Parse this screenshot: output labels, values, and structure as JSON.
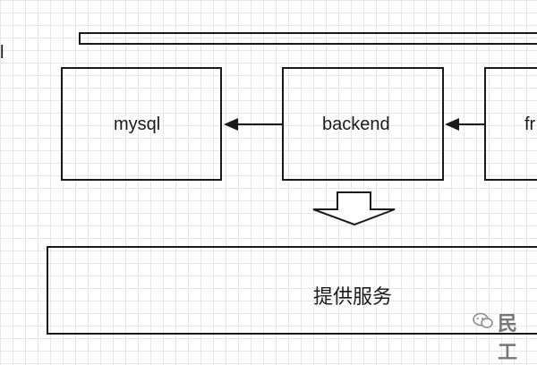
{
  "diagram": {
    "partial_label_left": "l",
    "nodes": {
      "mysql": "mysql",
      "backend": "backend",
      "frontend_partial": "fr"
    },
    "service_box": "提供服务",
    "watermark_text": "民工"
  }
}
